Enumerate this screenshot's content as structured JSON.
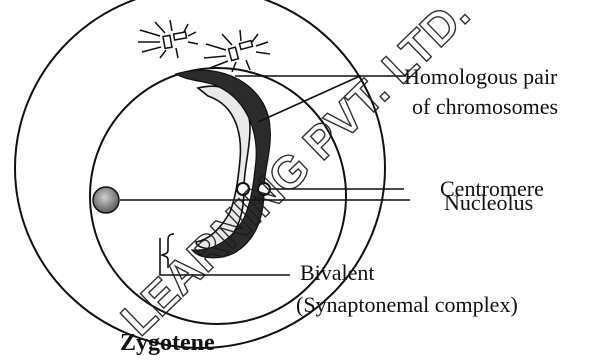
{
  "diagram": {
    "stage_title": "Zygotene",
    "labels": {
      "homologous_line1": "Homologous pair",
      "homologous_line2": "of chromosomes",
      "centromere": "Centromere",
      "nucleolus": "Nucleolus",
      "bivalent_line1": "Bivalent",
      "bivalent_line2": "(Synaptonemal complex)"
    },
    "watermark": "LEARNING PVT. LTD."
  }
}
